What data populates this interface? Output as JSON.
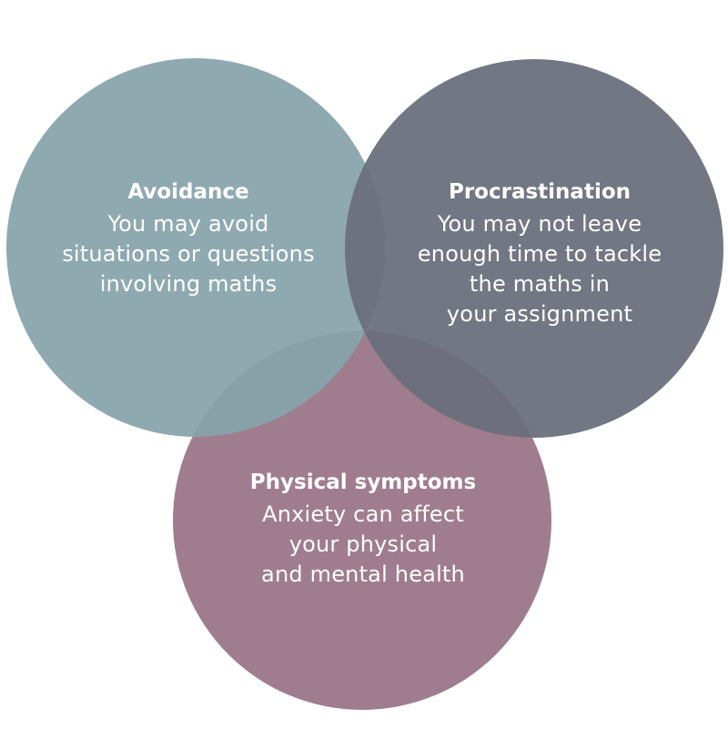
{
  "circles": [
    {
      "id": "avoidance",
      "title": "Avoidance",
      "lines": [
        "You may avoid",
        "situations or questions",
        "involving maths"
      ],
      "color": "#87A3AA"
    },
    {
      "id": "procrastination",
      "title": "Procrastination",
      "lines": [
        "You may not leave",
        "enough time to tackle",
        "the maths in",
        "your assignment"
      ],
      "color": "#6A6F7B"
    },
    {
      "id": "physical",
      "title": "Physical symptoms",
      "lines": [
        "Anxiety can affect",
        "your physical",
        "and mental health"
      ],
      "color": "#A07D8E"
    }
  ]
}
